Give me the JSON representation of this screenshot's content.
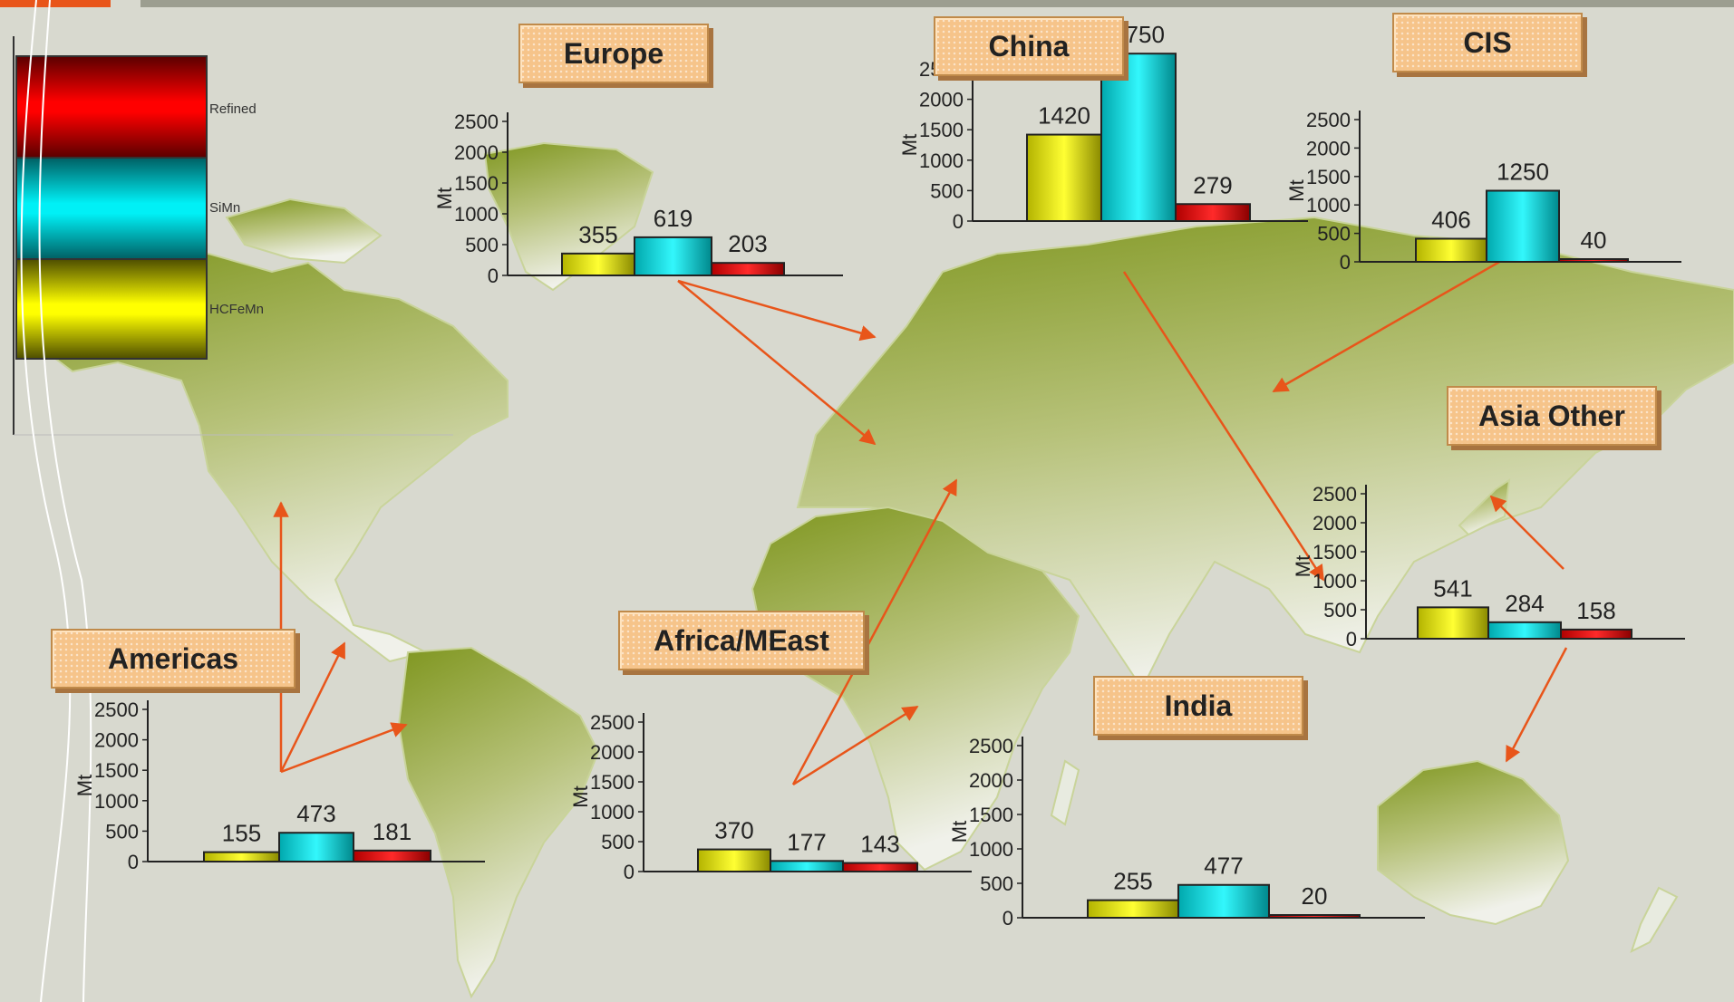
{
  "colors": {
    "hcfemn": "#ffff00",
    "simn": "#00e6ec",
    "refined": "#ff0000",
    "arrow": "#e8551a",
    "land": "#8fa33b",
    "background": "#d8d9cf"
  },
  "legend": {
    "items": [
      {
        "label": "Refined",
        "color": "#ff0000"
      },
      {
        "label": "SiMn",
        "color": "#00e6ec"
      },
      {
        "label": "HCFeMn",
        "color": "#ffff00"
      }
    ]
  },
  "chart_data": [
    {
      "type": "bar",
      "title": "Europe",
      "ylabel": "Mt",
      "ylim": [
        0,
        2500
      ],
      "yticks": [
        "0",
        "500",
        "1000",
        "1500",
        "2000",
        "2500"
      ],
      "series": [
        {
          "name": "HCFeMn",
          "values": [
            355
          ]
        },
        {
          "name": "SiMn",
          "values": [
            619
          ]
        },
        {
          "name": "Refined",
          "values": [
            203
          ]
        }
      ]
    },
    {
      "type": "bar",
      "title": "China",
      "ylabel": "Mt",
      "ylim": [
        0,
        2500
      ],
      "yticks": [
        "0",
        "500",
        "1000",
        "1500",
        "2000",
        "2500"
      ],
      "series": [
        {
          "name": "HCFeMn",
          "values": [
            1420
          ]
        },
        {
          "name": "SiMn",
          "values": [
            2750
          ]
        },
        {
          "name": "Refined",
          "values": [
            279
          ]
        }
      ]
    },
    {
      "type": "bar",
      "title": "CIS",
      "ylabel": "Mt",
      "ylim": [
        0,
        2500
      ],
      "yticks": [
        "0",
        "500",
        "1000",
        "1500",
        "2000",
        "2500"
      ],
      "series": [
        {
          "name": "HCFeMn",
          "values": [
            406
          ]
        },
        {
          "name": "SiMn",
          "values": [
            1250
          ]
        },
        {
          "name": "Refined",
          "values": [
            40
          ]
        }
      ]
    },
    {
      "type": "bar",
      "title": "Asia Other",
      "ylabel": "Mt",
      "ylim": [
        0,
        2500
      ],
      "yticks": [
        "0",
        "500",
        "1000",
        "1500",
        "2000",
        "2500"
      ],
      "series": [
        {
          "name": "HCFeMn",
          "values": [
            541
          ]
        },
        {
          "name": "SiMn",
          "values": [
            284
          ]
        },
        {
          "name": "Refined",
          "values": [
            158
          ]
        }
      ]
    },
    {
      "type": "bar",
      "title": "Americas",
      "ylabel": "Mt",
      "ylim": [
        0,
        2500
      ],
      "yticks": [
        "0",
        "500",
        "1000",
        "1500",
        "2000",
        "2500"
      ],
      "series": [
        {
          "name": "HCFeMn",
          "values": [
            155
          ]
        },
        {
          "name": "SiMn",
          "values": [
            473
          ]
        },
        {
          "name": "Refined",
          "values": [
            181
          ]
        }
      ]
    },
    {
      "type": "bar",
      "title": "Africa/MEast",
      "ylabel": "Mt",
      "ylim": [
        0,
        2500
      ],
      "yticks": [
        "0",
        "500",
        "1000",
        "1500",
        "2000",
        "2500"
      ],
      "series": [
        {
          "name": "HCFeMn",
          "values": [
            370
          ]
        },
        {
          "name": "SiMn",
          "values": [
            177
          ]
        },
        {
          "name": "Refined",
          "values": [
            143
          ]
        }
      ]
    },
    {
      "type": "bar",
      "title": "India",
      "ylabel": "Mt",
      "ylim": [
        0,
        2500
      ],
      "yticks": [
        "0",
        "500",
        "1000",
        "1500",
        "2000",
        "2500"
      ],
      "series": [
        {
          "name": "HCFeMn",
          "values": [
            255
          ]
        },
        {
          "name": "SiMn",
          "values": [
            477
          ]
        },
        {
          "name": "Refined",
          "values": [
            20
          ]
        }
      ]
    }
  ]
}
